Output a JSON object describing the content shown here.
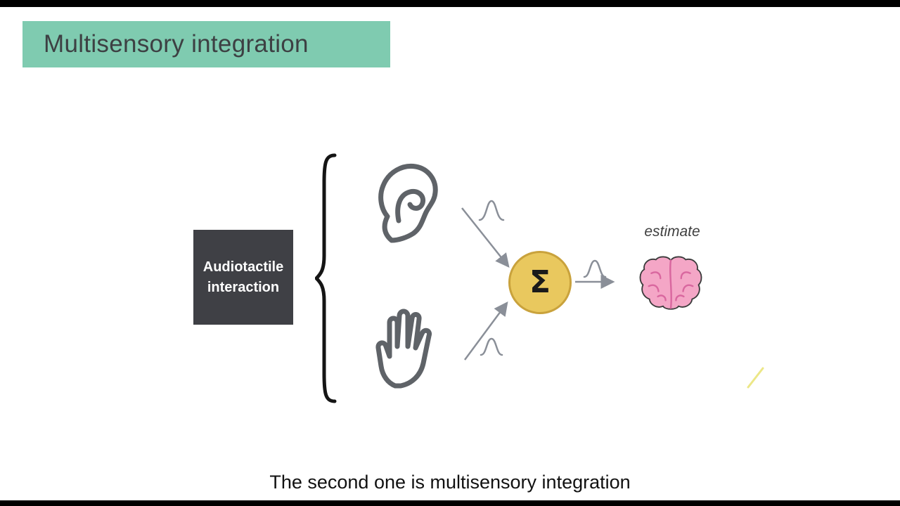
{
  "header": {
    "title": "Multisensory integration"
  },
  "diagram": {
    "box": {
      "line1": "Audiotactile",
      "line2": "interaction"
    },
    "sigma_symbol": "Σ",
    "estimate_label": "estimate",
    "icons": {
      "ear": "ear-icon",
      "hand": "hand-icon",
      "brain": "brain-icon",
      "sum_node": "sigma-icon",
      "gaussian": "gaussian-curve-icon",
      "brace": "curly-brace-icon",
      "arrows": "arrow-icon"
    }
  },
  "caption": {
    "text": "The second one is multisensory integration"
  },
  "colors": {
    "title_bg": "#7FCBB0",
    "title_text": "#3D4043",
    "box_bg": "#3F4045",
    "box_text": "#FFFFFF",
    "sigma_fill": "#E9C85E",
    "sigma_border": "#C9A23C",
    "sigma_text": "#1A1A1A",
    "icon_gray": "#5F6368",
    "arrow_gray": "#8A8F98",
    "brace_black": "#151515",
    "brain_fill": "#F4A6C6",
    "brain_detail": "#D9679F",
    "brain_outline": "#3A3A3A",
    "caption_text": "#111111",
    "pen_yellow": "#E6E05F"
  }
}
